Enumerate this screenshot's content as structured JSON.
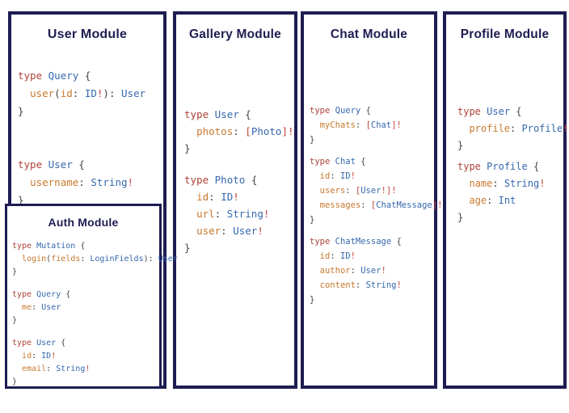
{
  "colors": {
    "background": "#ffffff",
    "border": "#1d1d52",
    "title": "#1d1d52",
    "keyword": "#ad4238",
    "type": "#3568ae",
    "field": "#c8782e",
    "punct": "#45453f",
    "operator": "#c2453a"
  },
  "modules": [
    {
      "id": "user",
      "title": "User Module",
      "blocks": [
        [
          [
            [
              "kw",
              "type"
            ],
            [
              "pl",
              " "
            ],
            [
              "ty",
              "Query"
            ],
            [
              "pl",
              " "
            ],
            [
              "pn",
              "{"
            ]
          ],
          [
            [
              "pl",
              "  "
            ],
            [
              "fld",
              "user"
            ],
            [
              "pn",
              "("
            ],
            [
              "fld",
              "id"
            ],
            [
              "pn",
              ":"
            ],
            [
              "pl",
              " "
            ],
            [
              "ty",
              "ID"
            ],
            [
              "op",
              "!"
            ],
            [
              "pn",
              "):"
            ],
            [
              "pl",
              " "
            ],
            [
              "ty",
              "User"
            ]
          ],
          [
            [
              "pn",
              "}"
            ]
          ]
        ],
        [
          [
            [
              "kw",
              "type"
            ],
            [
              "pl",
              " "
            ],
            [
              "ty",
              "User"
            ],
            [
              "pl",
              " "
            ],
            [
              "pn",
              "{"
            ]
          ],
          [
            [
              "pl",
              "  "
            ],
            [
              "fld",
              "username"
            ],
            [
              "pn",
              ":"
            ],
            [
              "pl",
              " "
            ],
            [
              "ty",
              "String"
            ],
            [
              "op",
              "!"
            ]
          ],
          [
            [
              "pn",
              "}"
            ]
          ]
        ]
      ]
    },
    {
      "id": "auth",
      "title": "Auth Module",
      "blocks": [
        [
          [
            [
              "kw",
              "type"
            ],
            [
              "pl",
              " "
            ],
            [
              "ty",
              "Mutation"
            ],
            [
              "pl",
              " "
            ],
            [
              "pn",
              "{"
            ]
          ],
          [
            [
              "pl",
              "  "
            ],
            [
              "fld",
              "login"
            ],
            [
              "pn",
              "("
            ],
            [
              "fld",
              "fields"
            ],
            [
              "pn",
              ":"
            ],
            [
              "pl",
              " "
            ],
            [
              "ty",
              "LoginFields"
            ],
            [
              "pn",
              "):"
            ],
            [
              "pl",
              " "
            ],
            [
              "ty",
              "User"
            ]
          ],
          [
            [
              "pn",
              "}"
            ]
          ]
        ],
        [
          [
            [
              "kw",
              "type"
            ],
            [
              "pl",
              " "
            ],
            [
              "ty",
              "Query"
            ],
            [
              "pl",
              " "
            ],
            [
              "pn",
              "{"
            ]
          ],
          [
            [
              "pl",
              "  "
            ],
            [
              "fld",
              "me"
            ],
            [
              "pn",
              ":"
            ],
            [
              "pl",
              " "
            ],
            [
              "ty",
              "User"
            ]
          ],
          [
            [
              "pn",
              "}"
            ]
          ]
        ],
        [
          [
            [
              "kw",
              "type"
            ],
            [
              "pl",
              " "
            ],
            [
              "ty",
              "User"
            ],
            [
              "pl",
              " "
            ],
            [
              "pn",
              "{"
            ]
          ],
          [
            [
              "pl",
              "  "
            ],
            [
              "fld",
              "id"
            ],
            [
              "pn",
              ":"
            ],
            [
              "pl",
              " "
            ],
            [
              "ty",
              "ID"
            ],
            [
              "op",
              "!"
            ]
          ],
          [
            [
              "pl",
              "  "
            ],
            [
              "fld",
              "email"
            ],
            [
              "pn",
              ":"
            ],
            [
              "pl",
              " "
            ],
            [
              "ty",
              "String"
            ],
            [
              "op",
              "!"
            ]
          ],
          [
            [
              "pn",
              "}"
            ]
          ]
        ]
      ]
    },
    {
      "id": "gallery",
      "title": "Gallery Module",
      "blocks": [
        [
          [
            [
              "kw",
              "type"
            ],
            [
              "pl",
              " "
            ],
            [
              "ty",
              "User"
            ],
            [
              "pl",
              " "
            ],
            [
              "pn",
              "{"
            ]
          ],
          [
            [
              "pl",
              "  "
            ],
            [
              "fld",
              "photos"
            ],
            [
              "pn",
              ":"
            ],
            [
              "pl",
              " "
            ],
            [
              "op",
              "["
            ],
            [
              "ty",
              "Photo"
            ],
            [
              "op",
              "]!"
            ]
          ],
          [
            [
              "pn",
              "}"
            ]
          ]
        ],
        [
          [
            [
              "kw",
              "type"
            ],
            [
              "pl",
              " "
            ],
            [
              "ty",
              "Photo"
            ],
            [
              "pl",
              " "
            ],
            [
              "pn",
              "{"
            ]
          ],
          [
            [
              "pl",
              "  "
            ],
            [
              "fld",
              "id"
            ],
            [
              "pn",
              ":"
            ],
            [
              "pl",
              " "
            ],
            [
              "ty",
              "ID"
            ],
            [
              "op",
              "!"
            ]
          ],
          [
            [
              "pl",
              "  "
            ],
            [
              "fld",
              "url"
            ],
            [
              "pn",
              ":"
            ],
            [
              "pl",
              " "
            ],
            [
              "ty",
              "String"
            ],
            [
              "op",
              "!"
            ]
          ],
          [
            [
              "pl",
              "  "
            ],
            [
              "fld",
              "user"
            ],
            [
              "pn",
              ":"
            ],
            [
              "pl",
              " "
            ],
            [
              "ty",
              "User"
            ],
            [
              "op",
              "!"
            ]
          ],
          [
            [
              "pn",
              "}"
            ]
          ]
        ]
      ]
    },
    {
      "id": "chat",
      "title": "Chat Module",
      "blocks": [
        [
          [
            [
              "kw",
              "type"
            ],
            [
              "pl",
              " "
            ],
            [
              "ty",
              "Query"
            ],
            [
              "pl",
              " "
            ],
            [
              "pn",
              "{"
            ]
          ],
          [
            [
              "pl",
              "  "
            ],
            [
              "fld",
              "myChats"
            ],
            [
              "pn",
              ":"
            ],
            [
              "pl",
              " "
            ],
            [
              "op",
              "["
            ],
            [
              "ty",
              "Chat"
            ],
            [
              "op",
              "]!"
            ]
          ],
          [
            [
              "pn",
              "}"
            ]
          ]
        ],
        [
          [
            [
              "kw",
              "type"
            ],
            [
              "pl",
              " "
            ],
            [
              "ty",
              "Chat"
            ],
            [
              "pl",
              " "
            ],
            [
              "pn",
              "{"
            ]
          ],
          [
            [
              "pl",
              "  "
            ],
            [
              "fld",
              "id"
            ],
            [
              "pn",
              ":"
            ],
            [
              "pl",
              " "
            ],
            [
              "ty",
              "ID"
            ],
            [
              "op",
              "!"
            ]
          ],
          [
            [
              "pl",
              "  "
            ],
            [
              "fld",
              "users"
            ],
            [
              "pn",
              ":"
            ],
            [
              "pl",
              " "
            ],
            [
              "op",
              "["
            ],
            [
              "ty",
              "User"
            ],
            [
              "op",
              "!]!"
            ]
          ],
          [
            [
              "pl",
              "  "
            ],
            [
              "fld",
              "messages"
            ],
            [
              "pn",
              ":"
            ],
            [
              "pl",
              " "
            ],
            [
              "op",
              "["
            ],
            [
              "ty",
              "ChatMessage"
            ],
            [
              "op",
              "]!"
            ]
          ],
          [
            [
              "pn",
              "}"
            ]
          ]
        ],
        [
          [
            [
              "kw",
              "type"
            ],
            [
              "pl",
              " "
            ],
            [
              "ty",
              "ChatMessage"
            ],
            [
              "pl",
              " "
            ],
            [
              "pn",
              "{"
            ]
          ],
          [
            [
              "pl",
              "  "
            ],
            [
              "fld",
              "id"
            ],
            [
              "pn",
              ":"
            ],
            [
              "pl",
              " "
            ],
            [
              "ty",
              "ID"
            ],
            [
              "op",
              "!"
            ]
          ],
          [
            [
              "pl",
              "  "
            ],
            [
              "fld",
              "author"
            ],
            [
              "pn",
              ":"
            ],
            [
              "pl",
              " "
            ],
            [
              "ty",
              "User"
            ],
            [
              "op",
              "!"
            ]
          ],
          [
            [
              "pl",
              "  "
            ],
            [
              "fld",
              "content"
            ],
            [
              "pn",
              ":"
            ],
            [
              "pl",
              " "
            ],
            [
              "ty",
              "String"
            ],
            [
              "op",
              "!"
            ]
          ],
          [
            [
              "pn",
              "}"
            ]
          ]
        ]
      ]
    },
    {
      "id": "profile",
      "title": "Profile Module",
      "blocks": [
        [
          [
            [
              "kw",
              "type"
            ],
            [
              "pl",
              " "
            ],
            [
              "ty",
              "User"
            ],
            [
              "pl",
              " "
            ],
            [
              "pn",
              "{"
            ]
          ],
          [
            [
              "pl",
              "  "
            ],
            [
              "fld",
              "profile"
            ],
            [
              "pn",
              ":"
            ],
            [
              "pl",
              " "
            ],
            [
              "ty",
              "Profile"
            ],
            [
              "op",
              "!"
            ]
          ],
          [
            [
              "pn",
              "}"
            ]
          ]
        ],
        [
          [
            [
              "kw",
              "type"
            ],
            [
              "pl",
              " "
            ],
            [
              "ty",
              "Profile"
            ],
            [
              "pl",
              " "
            ],
            [
              "pn",
              "{"
            ]
          ],
          [
            [
              "pl",
              "  "
            ],
            [
              "fld",
              "name"
            ],
            [
              "pn",
              ":"
            ],
            [
              "pl",
              " "
            ],
            [
              "ty",
              "String"
            ],
            [
              "op",
              "!"
            ]
          ],
          [
            [
              "pl",
              "  "
            ],
            [
              "fld",
              "age"
            ],
            [
              "pn",
              ":"
            ],
            [
              "pl",
              " "
            ],
            [
              "ty",
              "Int"
            ]
          ],
          [
            [
              "pn",
              "}"
            ]
          ]
        ]
      ]
    }
  ]
}
